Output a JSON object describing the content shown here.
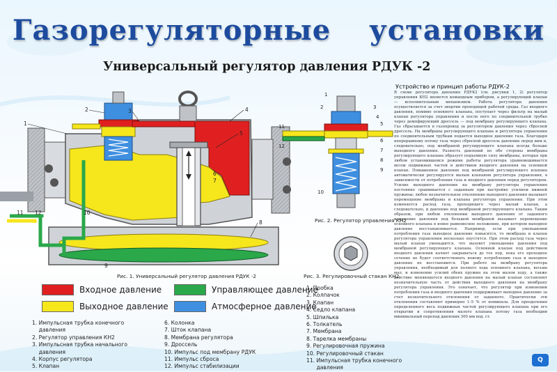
{
  "title": "Газорегуляторные    установки",
  "subtitle": "Универсальный регулятор давления РДУК -2",
  "figures": {
    "fig1_caption": "Рис. 1. Универсальный регулятор давления РДУК -2",
    "fig2_caption": "Рис. 2. Регулятор управления КН2",
    "fig3_caption": "Рис. 3. Регулировочный стакан КН2"
  },
  "callouts_main": [
    "1",
    "2",
    "3",
    "4",
    "5",
    "6",
    "7",
    "8",
    "9",
    "10",
    "11",
    "12"
  ],
  "callouts_fig2": [
    "1",
    "2",
    "3",
    "4",
    "5",
    "6",
    "7",
    "8",
    "9",
    "10",
    "11",
    "12"
  ],
  "legend": [
    {
      "label": "Входное давление",
      "color": "#e02020"
    },
    {
      "label": "Управляющее давление",
      "color": "#2aa84a"
    },
    {
      "label": "Выходное давление",
      "color": "#f6e61c"
    },
    {
      "label": "Атмосферное давление",
      "color": "#3f8fe0"
    }
  ],
  "parts_col1": [
    "1. Импульсная трубка конечного",
    "    давления",
    "2. Регулятор управления КН2",
    "3. Импульсная трубка начального",
    "    давления",
    "4. Корпус регулятора",
    "5. Клапан"
  ],
  "parts_col2": [
    "6. Колонка",
    "7. Шток клапана",
    "8. Мембрана регулятора",
    "9. Дроссель",
    "10. Импульс под мембрану РДУК",
    "11. Импульс сброса",
    "12. Импульс стабилизации"
  ],
  "parts_col3": [
    "1. Пробка",
    "2. Колпачок",
    "3. Клапан",
    "4. Седло клапана",
    "5. Шпилька",
    "6. Толкатель",
    "7. Мембрана",
    "8. Тарелка мембраны",
    "9. Регулировочная пружина",
    "10. Регулировочный стакан",
    "11. Импульсная трубка конечного",
    "      давления"
  ],
  "description_title": "Устройство и принцип работы РДУК-2",
  "description": "В схеме регулятора давления РДУК2 (см. рисунки 1, 2) регулятор управления КН2 является командным прибором, а регулирующий клапан — исполнительным механизмом. Работа регулятора давления осуществляется за счет энергии проходящей рабочей среды. Газ входного давления, помимо основного клапана, поступает через фильтр на малый клапан регулятора управления и после него по соединительной трубке через демпфирующий дроссель — под мембрану регулирующего клапана. Газ сбрасывается в газопровод за регулятором давления через сбросной дроссель. На мембраны регулирующего клапана и регулятора управления по соединительным трубкам подается выходное давление газа. Благодаря непрерывному потоку газа через сбросной дроссель давление перед ним и, следовательно, под мембраной регулирующего клапана всегда больше выходного давления. Разность давлений по обе стороны мембраны регулирующего клапана образует подъемную силу мембраны, которая при любом установившемся режиме работы регулятора уравновешивается весом подвижных частей и действием входного давления на основной клапан. Повышенное давление под мембраной регулирующего клапана автоматически регулируется малым клапаном регулятора управления, в зависимости от потребления газа и входного давления перед регулятором. Усилие выходного давления на мембрану регулятора управления постоянно сравнивается с заданным при настройке усилием нижней пружины; любое незначительное отклонение выходного давления вызывает перемещение мембраны и клапана регулятора управления. При этом изменяется расход газа, проходящего через малый клапан, а следовательно, и давление под мембраной регулирующего клапана. Таким образом, при любом отклонении выходного давления от заданного изменение давления под большой мембраной вызывает перемещение основного клапана в новое равновесное положение, при котором выходное давление восстанавливается. Например, если при уменьшении потребления газа выходное давление повысится, то мембрана и клапан регулятора управления несколько опустятся. При этом расход газа через малый клапан уменьшится, что вызовет уменьшение давления под мембраной регулирующего клапана. Основной клапан под действием входного давления начнет закрываться до тех пор, пока его проходное сечение не будет соответствовать новому потреблению газа и выходное давление не восстановится. При работе на мембрану регулятора управления, необходимый для полного хода основного клапана, весьма мал, и изменение усилий обеих пружин на этом малом ходу, а также действие меняющегося входного давления на малый клапан составляют незначительную часть от действия выходного давления на мембрану регулятора управления. Это означает, что регулятор при изменении потребления газа и входного давления поддерживает выходное давление за счет незначительного отклонения от заданного. Практически эти отклонения составляют примерно 1–5 % от номинала. Для преодоления определенного веса подвижных частей регулирующего клапана при его открытии и сопротивления малого клапана потоку газа необходим минимальный перепад давления 300 мм вод. ст."
}
